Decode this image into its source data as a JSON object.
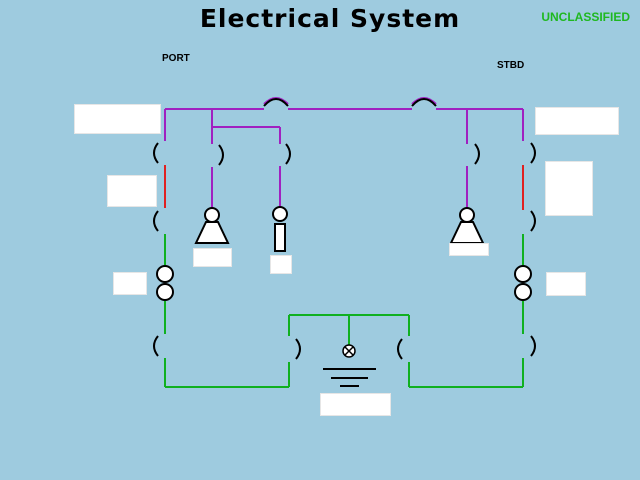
{
  "header": {
    "title": "Electrical System",
    "classification": "UNCLASSIFIED"
  },
  "labels": {
    "port": "PORT",
    "stbd": "STBD"
  },
  "colors": {
    "background": "#9ecbdf",
    "main_bus": "#a020c0",
    "breaker_section": "#e02020",
    "generator_circuit": "#10b020",
    "classification_text": "#1fb820"
  },
  "readouts": {
    "port_bus": "",
    "stbd_bus": "",
    "port_breaker": "",
    "stbd_breaker": "",
    "port_load_1": "",
    "port_load_2": "",
    "stbd_load": "",
    "port_generator": "",
    "stbd_generator": "",
    "shore_power": ""
  }
}
